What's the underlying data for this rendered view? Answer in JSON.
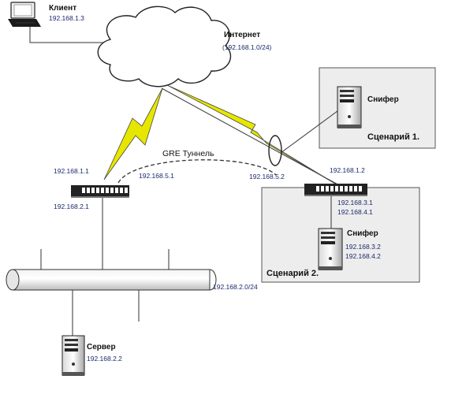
{
  "client": {
    "title": "Клиент",
    "ip": "192.168.1.3"
  },
  "internet": {
    "title": "Интернет",
    "network": "(192.168.1.0/24)"
  },
  "router_left": {
    "ip_wan": "192.168.1.1",
    "ip_tunnel": "192.168.5.1",
    "ip_lan": "192.168.2.1"
  },
  "router_right": {
    "ip_tunnel": "192.168.5.2",
    "ip_wan": "192.168.1.2",
    "ip_lan1": "192.168.3.1",
    "ip_lan2": "192.168.4.1"
  },
  "tunnel": {
    "label": "GRE Туннель"
  },
  "scenario1": {
    "sniffer_title": "Снифер",
    "label": "Сценарий 1."
  },
  "scenario2": {
    "sniffer_title": "Снифер",
    "ip1": "192.168.3.2",
    "ip2": "192.168.4.2",
    "label": "Сценарий 2."
  },
  "lan": {
    "network": "192.168.2.0/24"
  },
  "server": {
    "title": "Сервер",
    "ip": "192.168.2.2"
  },
  "colors": {
    "link_bolt": "#e6e600",
    "box_fill": "#ededed",
    "label_text": "#1a2a6a"
  }
}
